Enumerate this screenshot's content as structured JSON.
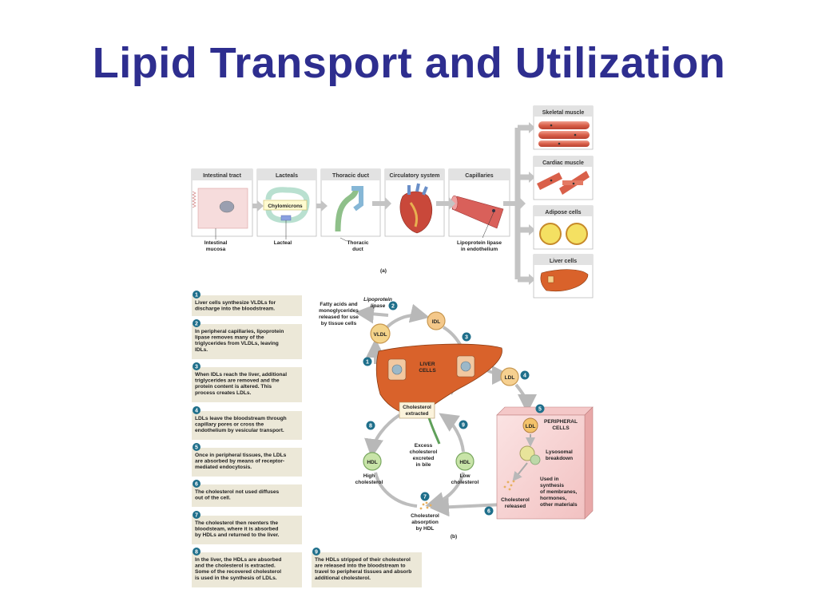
{
  "title": "Lipid Transport and Utilization",
  "panel_a": {
    "label": "(a)",
    "headers": [
      "Intestinal tract",
      "Lacteals",
      "Thoracic duct",
      "Circulatory system",
      "Capillaries"
    ],
    "chylomicrons": "Chylomicrons",
    "captions": {
      "intestinal_mucosa": [
        "Intestinal",
        "mucosa"
      ],
      "lacteal": [
        "Lacteal"
      ],
      "thoracic_duct": [
        "Thoracic",
        "duct"
      ],
      "lipoprotein_lipase": [
        "Lipoprotein lipase",
        "in endothelium"
      ]
    },
    "targets": [
      "Skeletal muscle",
      "Cardiac muscle",
      "Adipose cells",
      "Liver cells"
    ]
  },
  "panel_b": {
    "label": "(b)",
    "fatty_acids": [
      "Fatty acids and",
      "monoglycerides",
      "released for use",
      "by tissue cells"
    ],
    "lipoprotein_lipase": [
      "Lipoprotein",
      "lipase"
    ],
    "vldl": "VLDL",
    "idl": "IDL",
    "ldl": "LDL",
    "hdl": "HDL",
    "liver_cells": [
      "LIVER",
      "CELLS"
    ],
    "cholesterol_extracted": [
      "Cholesterol",
      "extracted"
    ],
    "excess_cholesterol": [
      "Excess",
      "cholesterol",
      "excreted",
      "in bile"
    ],
    "high_cholesterol": [
      "High",
      "cholesterol"
    ],
    "low_cholesterol": [
      "Low",
      "cholesterol"
    ],
    "peripheral_cells": [
      "PERIPHERAL",
      "CELLS"
    ],
    "lysosomal": [
      "Lysosomal",
      "breakdown"
    ],
    "used_in": [
      "Used in",
      "synthesis",
      "of membranes,",
      "hormones,",
      "other materials"
    ],
    "cholesterol_released": [
      "Cholesterol",
      "released"
    ],
    "absorption": [
      "Cholesterol",
      "absorption",
      "by HDL"
    ],
    "numbers": [
      "1",
      "2",
      "3",
      "4",
      "5",
      "6",
      "7",
      "8",
      "9"
    ]
  },
  "steps": [
    {
      "num": "1",
      "lines": [
        "Liver cells synthesize VLDLs for",
        "discharge into the bloodstream."
      ]
    },
    {
      "num": "2",
      "lines": [
        "In peripheral capillaries, lipoprotein",
        "lipase removes many of the",
        "triglycerides from VLDLs, leaving",
        "IDLs."
      ]
    },
    {
      "num": "3",
      "lines": [
        "When IDLs reach the liver, additional",
        "triglycerides are removed and the",
        "protein content is altered. This",
        "process creates LDLs."
      ]
    },
    {
      "num": "4",
      "lines": [
        "LDLs leave the bloodstream through",
        "capillary pores or cross the",
        "endothelium by vesicular transport."
      ]
    },
    {
      "num": "5",
      "lines": [
        "Once in peripheral tissues, the LDLs",
        "are absorbed by means of receptor-",
        "mediated endocytosis."
      ]
    },
    {
      "num": "6",
      "lines": [
        "The cholesterol not used diffuses",
        "out of the cell."
      ]
    },
    {
      "num": "7",
      "lines": [
        "The cholesterol then reenters the",
        "bloodsteam, where it is absorbed",
        "by HDLs and returned to the liver."
      ]
    },
    {
      "num": "8",
      "lines": [
        "In the liver, the HDLs are absorbed",
        "and the cholesterol is extracted.",
        "Some of the recovered cholesterol",
        "is used in the synthesis of LDLs."
      ]
    },
    {
      "num": "9",
      "lines": [
        "The HDLs stripped of their cholesterol",
        "are released into the bloodstream to",
        "travel to peripheral tissues and absorb",
        "additional cholesterol."
      ]
    }
  ],
  "colors": {
    "title": "#2e2e8f",
    "badge": "#1f6f8b",
    "liver": "#d9622b",
    "arrow": "#b8b8b8",
    "step_bg": "#ece8d8"
  }
}
